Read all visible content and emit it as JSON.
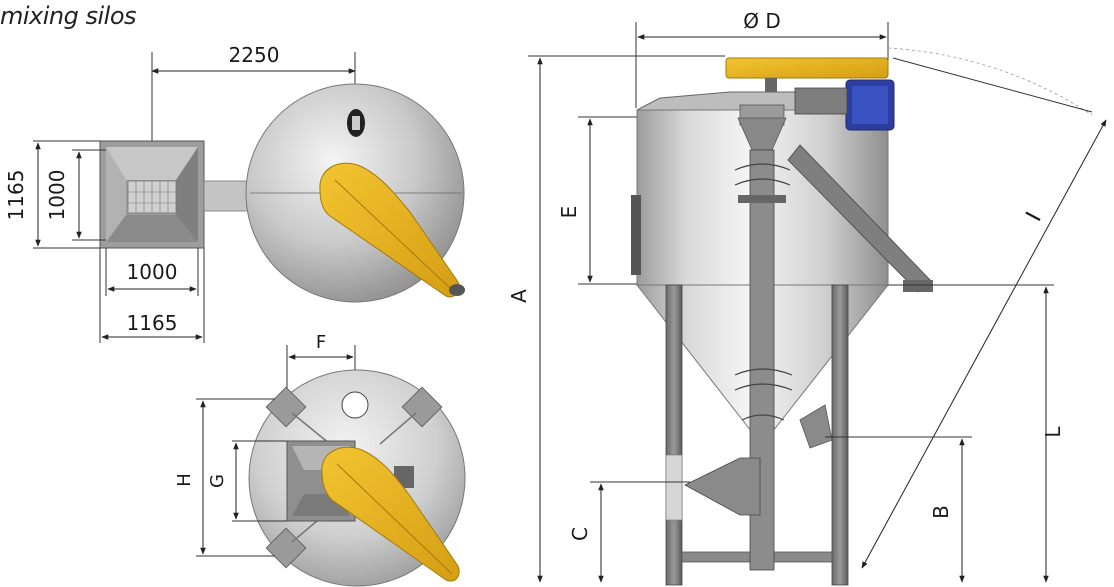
{
  "title": "mixing silos",
  "hopper_top": {
    "width_outer": "1165",
    "width_inner": "1000",
    "height_outer": "1165",
    "height_inner": "1000",
    "distance": "2250"
  },
  "silo_top": {
    "label_f": "F",
    "label_g": "G",
    "label_h": "H"
  },
  "side_view": {
    "label_d": "Ø D",
    "label_a": "A",
    "label_e": "E",
    "label_i": "I",
    "label_l": "L",
    "label_b": "B",
    "label_c": "C"
  },
  "colors": {
    "auger_yellow": "#e7b623",
    "motor_blue": "#2c3fa0",
    "steel": "#a9a9a9"
  }
}
